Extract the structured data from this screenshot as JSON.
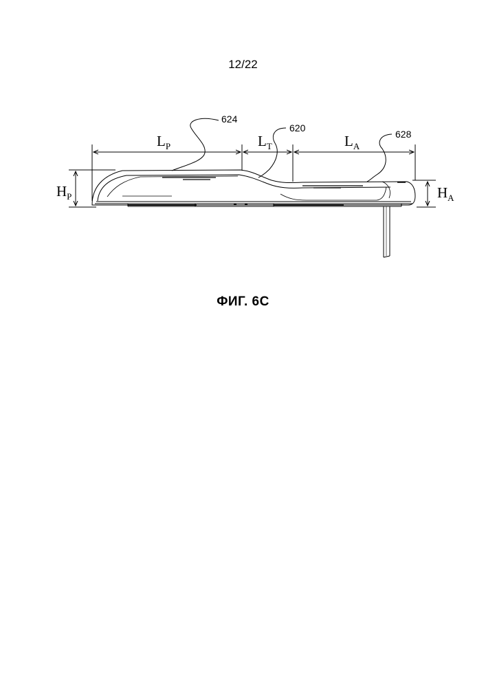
{
  "page_number": "12/22",
  "figure_caption": "ФИГ. 6C",
  "reference_numerals": {
    "ref_624": "624",
    "ref_620": "620",
    "ref_628": "628"
  },
  "dimension_labels": {
    "lp_main": "L",
    "lp_sub": "P",
    "lt_main": "L",
    "lt_sub": "T",
    "la_main": "L",
    "la_sub": "A",
    "hp_main": "H",
    "hp_sub": "P",
    "ha_main": "H",
    "ha_sub": "A"
  }
}
